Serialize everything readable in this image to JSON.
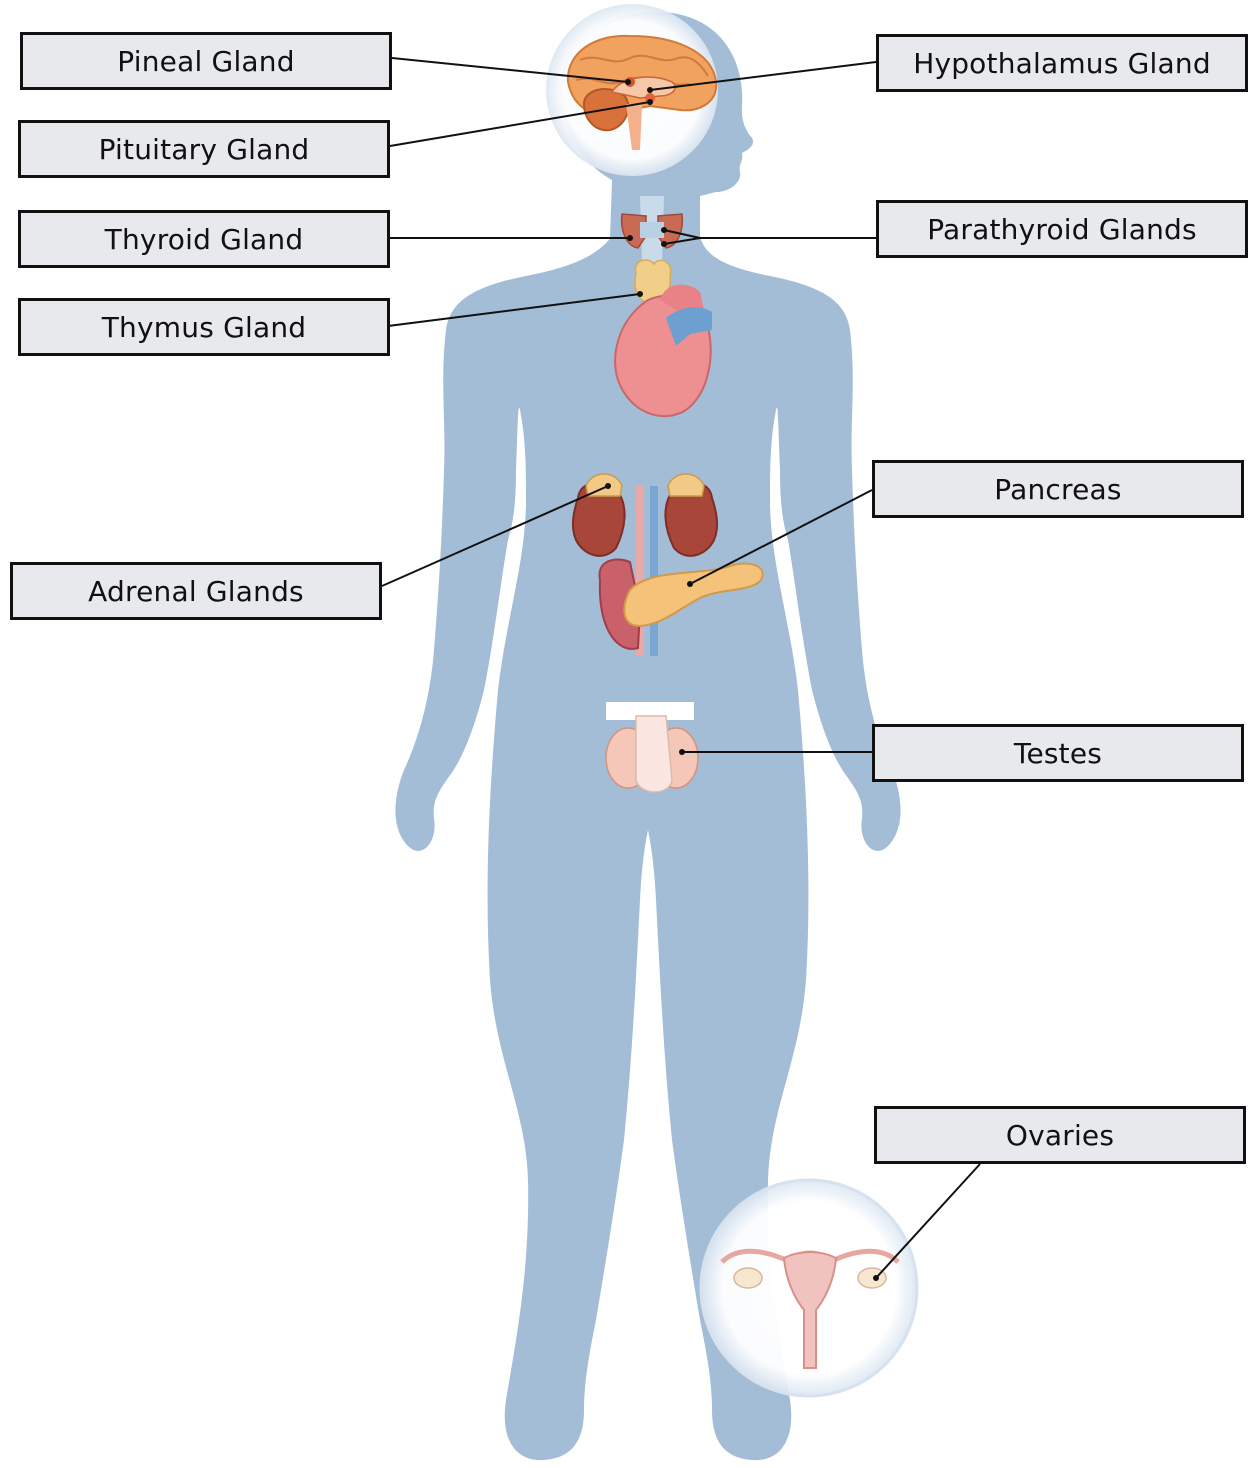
{
  "diagram": {
    "colors": {
      "body_silhouette": "#a4bdd7",
      "label_fill": "#e8e9ed",
      "label_border": "#111111",
      "leader_line": "#111111",
      "brain": "#f0a25e",
      "heart": "#ee8f92",
      "kidney": "#a8463a",
      "adrenal": "#f2c985",
      "pancreas": "#f5c27a",
      "thyroid": "#c96a55",
      "reproductive": "#f1c3bf",
      "ovary_circle": "#ffffff"
    },
    "labels": {
      "pineal": "Pineal Gland",
      "pituitary": "Pituitary Gland",
      "thyroid": "Thyroid Gland",
      "thymus": "Thymus Gland",
      "hypothalamus": "Hypothalamus Gland",
      "parathyroid": "Parathyroid Glands",
      "pancreas": "Pancreas",
      "adrenal": "Adrenal Glands",
      "testes": "Testes",
      "ovaries": "Ovaries"
    }
  }
}
